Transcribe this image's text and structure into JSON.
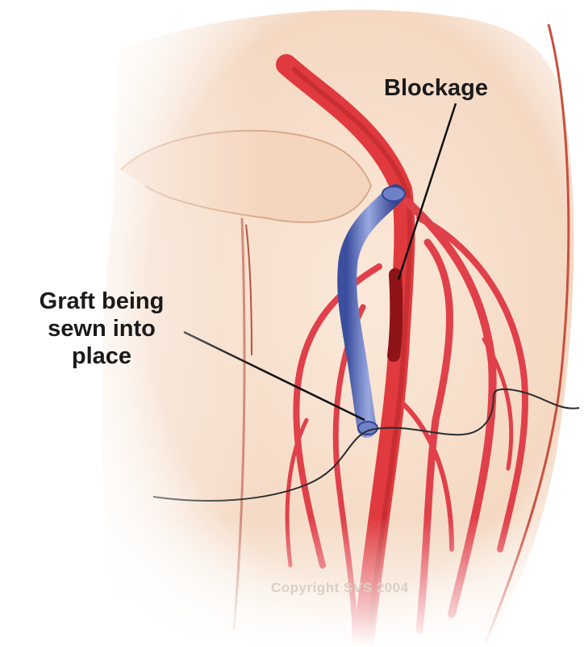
{
  "labels": {
    "blockage": "Blockage",
    "graft_line1": "Graft being",
    "graft_line2": "sewn into",
    "graft_line3": "place"
  },
  "watermark": "Copyright SVS 2004",
  "colors": {
    "skin": "#f6ddc9",
    "skin_shadow": "#e8c2a6",
    "artery": "#e03a3e",
    "artery_dark": "#b8262c",
    "blockage": "#8e1418",
    "graft": "#5a6fc0",
    "graft_highlight": "#9aa8e0",
    "suture": "#2b2b2b",
    "label_text": "#1a1a1a"
  }
}
